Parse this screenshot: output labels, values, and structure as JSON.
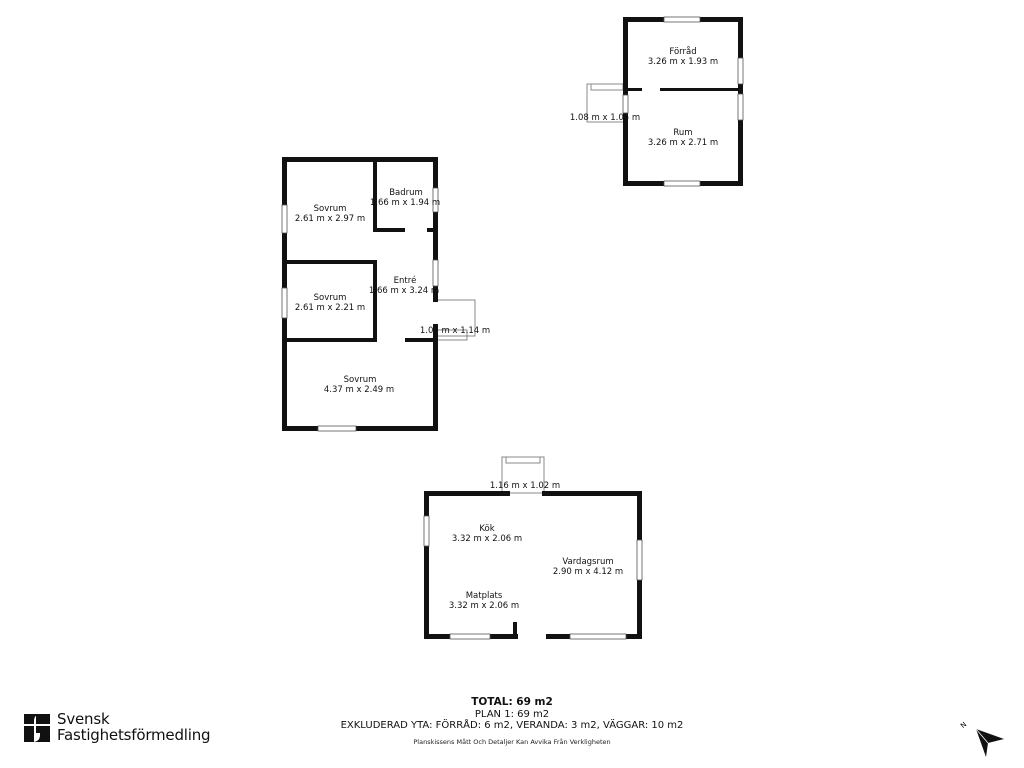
{
  "rooms": {
    "forrad": {
      "name": "Förråd",
      "size": "3.26 m x 1.93 m"
    },
    "rum": {
      "name": "Rum",
      "size": "3.26 m x 2.71 m"
    },
    "veranda_top": {
      "size": "1.08 m x 1.05 m"
    },
    "sovrum1": {
      "name": "Sovrum",
      "size": "2.61 m x 2.97 m"
    },
    "badrum": {
      "name": "Badrum",
      "size": "1.66 m x 1.94 m"
    },
    "entre": {
      "name": "Entré",
      "size": "1.66 m x 3.24 m"
    },
    "sovrum2": {
      "name": "Sovrum",
      "size": "2.61 m x 2.21 m"
    },
    "veranda_mid": {
      "size": "1.05 m x 1.14 m"
    },
    "sovrum3": {
      "name": "Sovrum",
      "size": "4.37 m x 2.49 m"
    },
    "veranda_bottom": {
      "size": "1.16 m x 1.02 m"
    },
    "kok": {
      "name": "Kök",
      "size": "3.32 m x 2.06 m"
    },
    "vardagsrum": {
      "name": "Vardagsrum",
      "size": "2.90 m x 4.12 m"
    },
    "matplats": {
      "name": "Matplats",
      "size": "3.32 m x 2.06 m"
    }
  },
  "summary": {
    "total": "TOTAL: 69 m2",
    "plan": "PLAN 1: 69 m2",
    "excluded": "EXKLUDERAD YTA: FÖRRÅD: 6 m2, VERANDA: 3 m2, VÄGGAR: 10 m2",
    "disclaimer": "Planskissens Mått Och Detaljer Kan Avvika Från Verkligheten"
  },
  "logo": {
    "line1": "Svensk",
    "line2": "Fastighetsförmedling"
  },
  "compass": {
    "label": "N"
  }
}
